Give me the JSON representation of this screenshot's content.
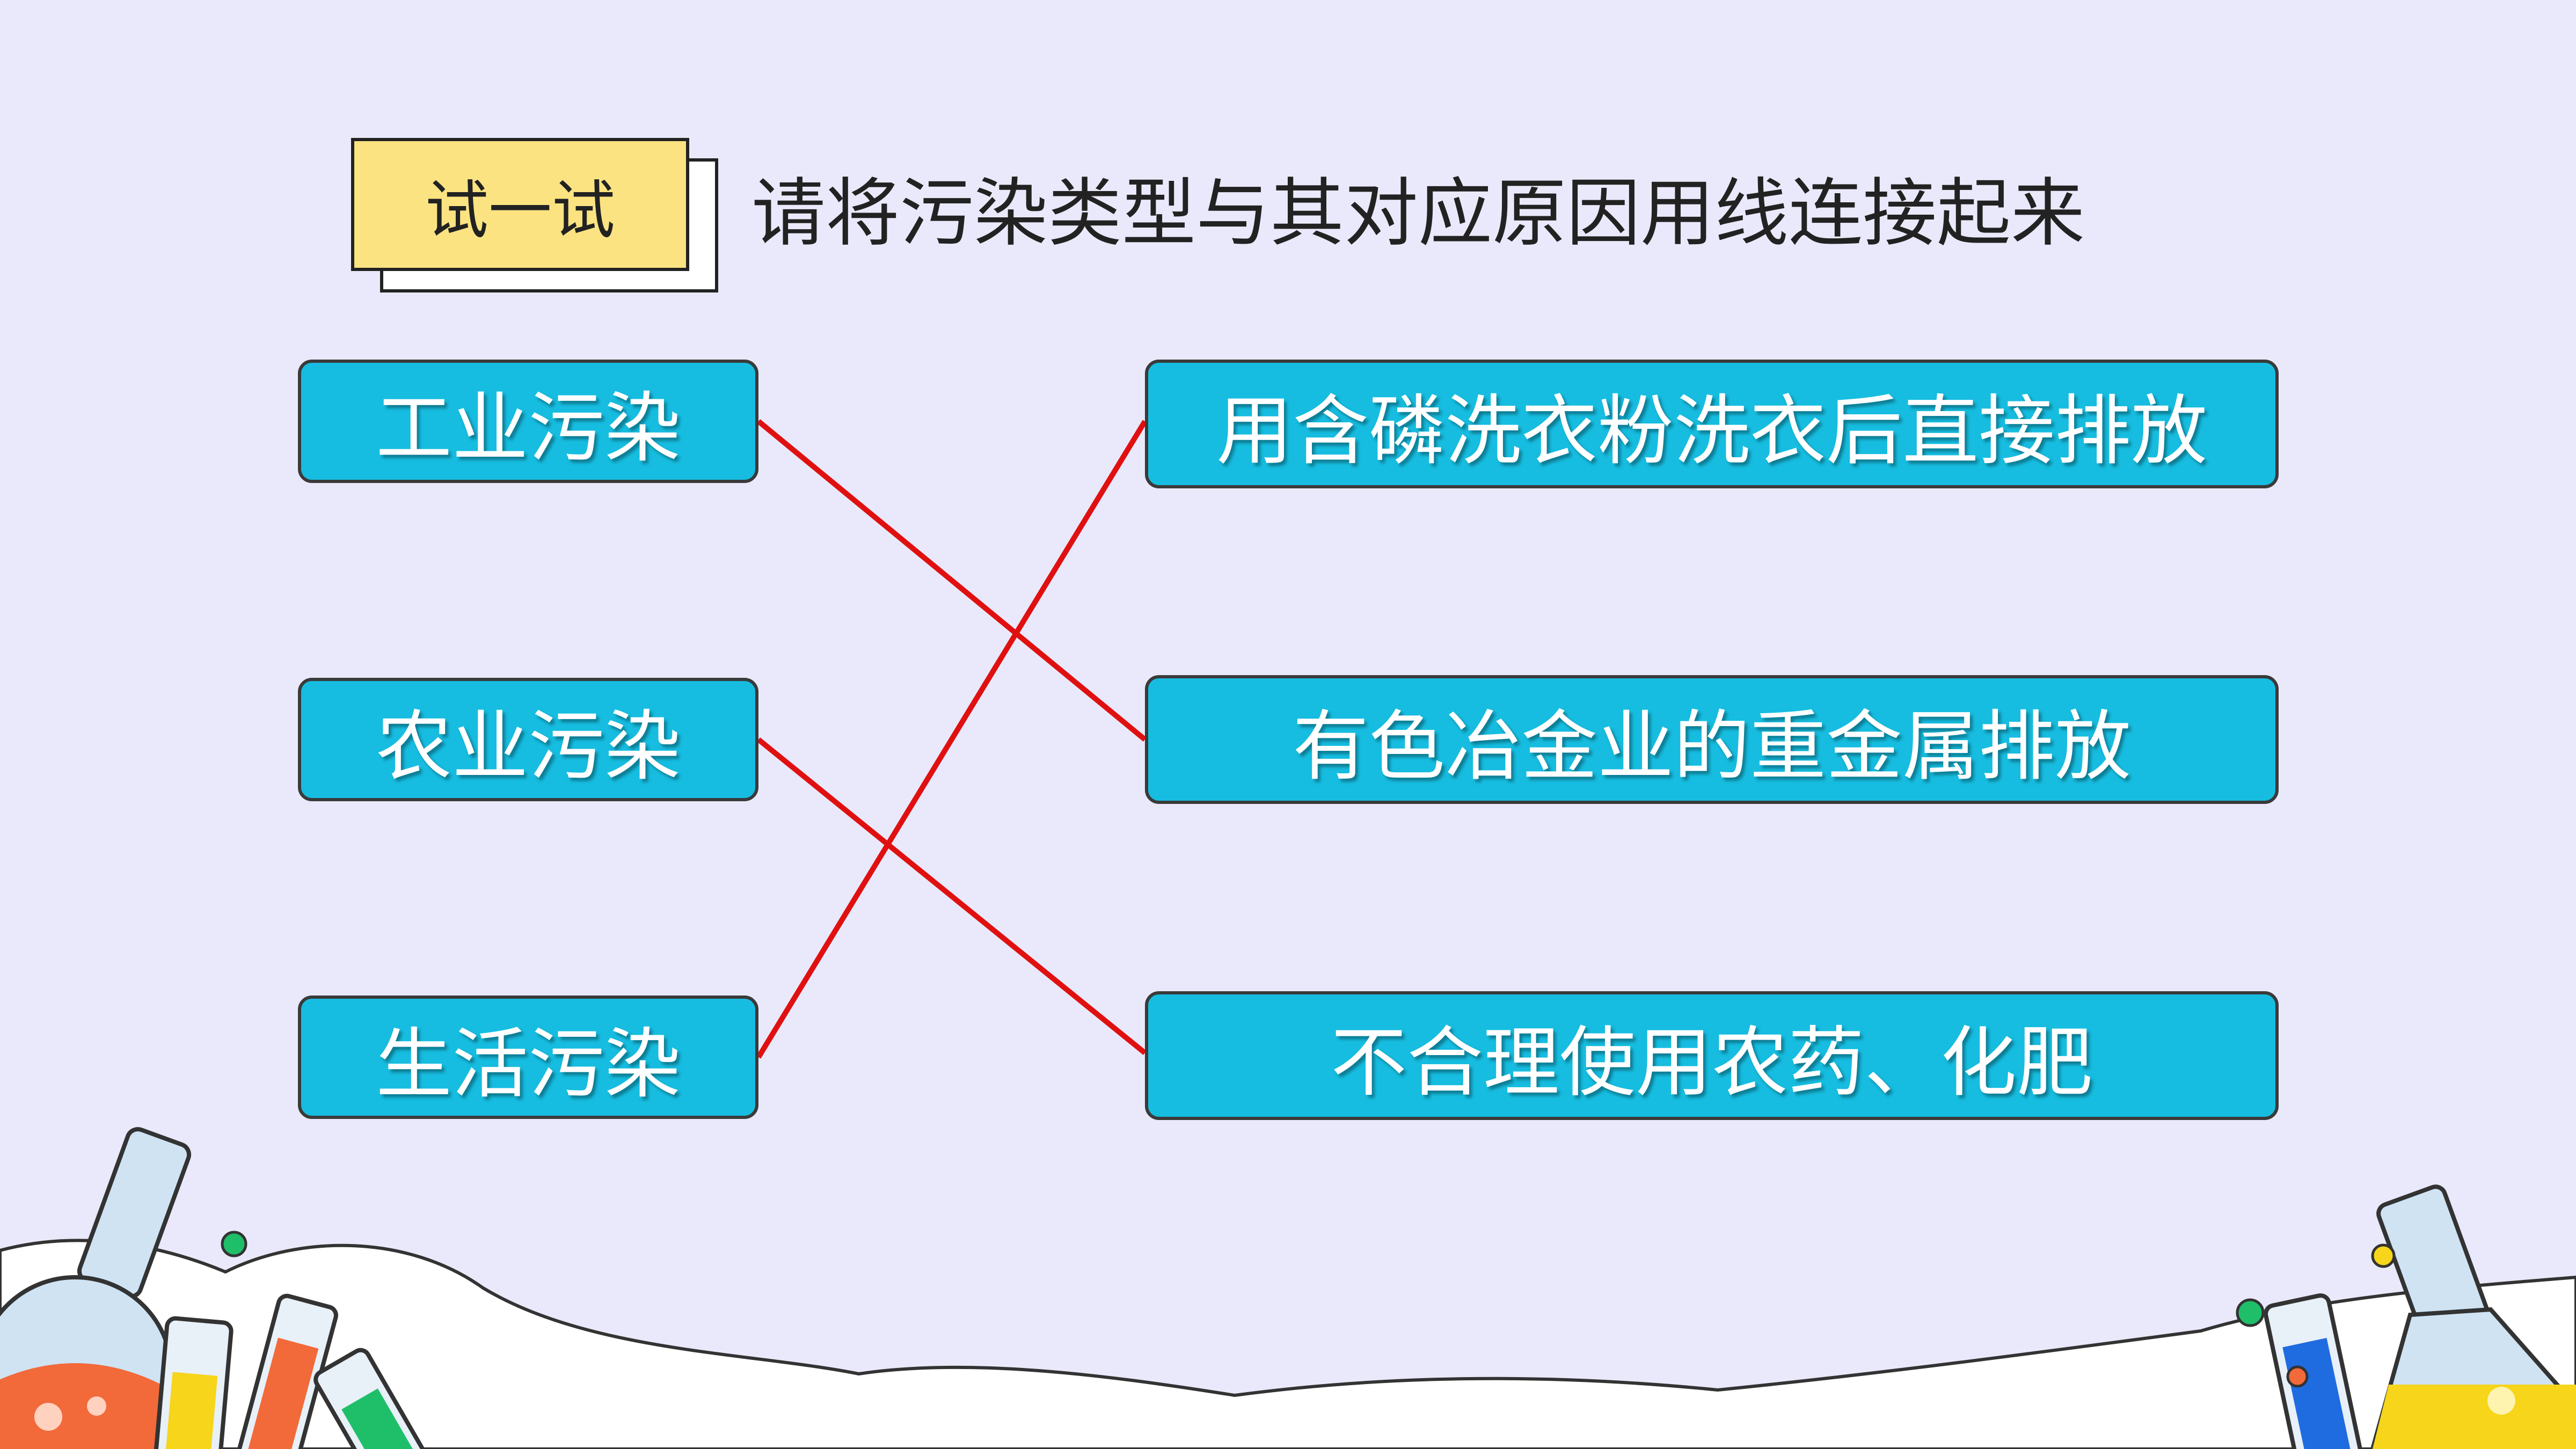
{
  "badge": {
    "label": "试一试"
  },
  "instruction": "请将污染类型与其对应原因用线连接起来",
  "pollution_types": [
    {
      "label": "工业污染"
    },
    {
      "label": "农业污染"
    },
    {
      "label": "生活污染"
    }
  ],
  "causes": [
    {
      "label": "用含磷洗衣粉洗衣后直接排放"
    },
    {
      "label": "有色冶金业的重金属排放"
    },
    {
      "label": "不合理使用农药、化肥"
    }
  ],
  "matches": [
    {
      "type": "工业污染",
      "cause": "有色冶金业的重金属排放"
    },
    {
      "type": "农业污染",
      "cause": "不合理使用农药、化肥"
    },
    {
      "type": "生活污染",
      "cause": "用含磷洗衣粉洗衣后直接排放"
    }
  ],
  "colors": {
    "background": "#e9e9fb",
    "box_fill": "#16bde0",
    "badge_fill": "#fbe382",
    "connector_line": "#e01010"
  },
  "decorations": [
    "flask-icon",
    "test-tube-icon",
    "beaker-icon",
    "cloud-shape"
  ]
}
